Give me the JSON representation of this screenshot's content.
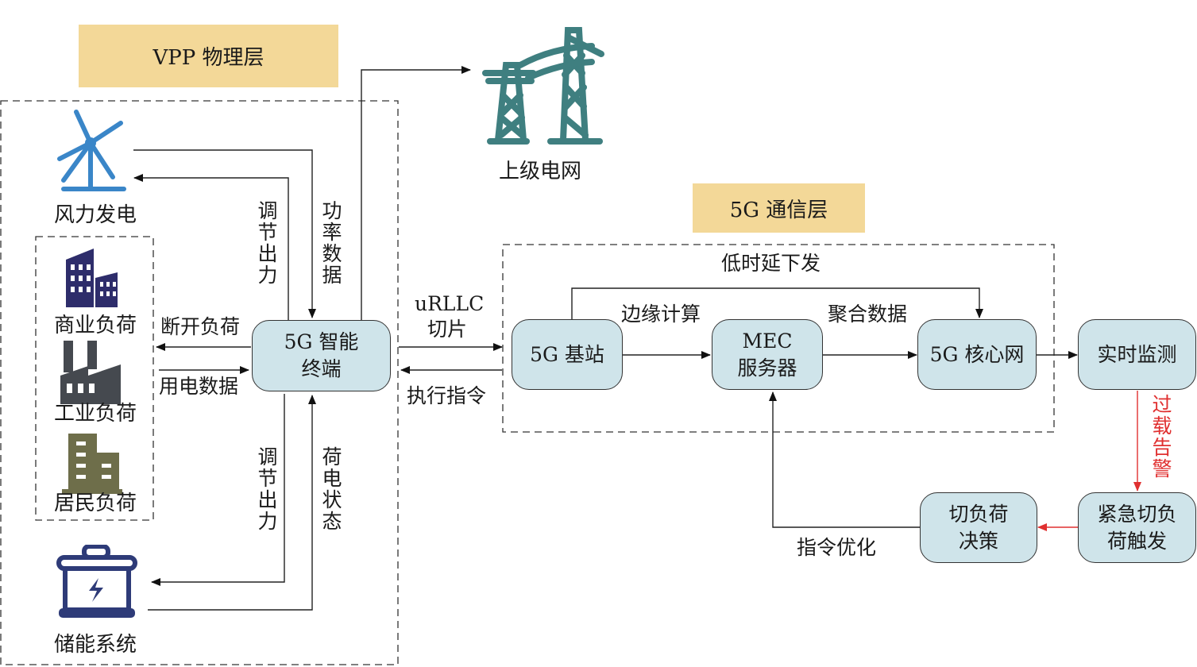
{
  "layers": {
    "physical": "VPP 物理层",
    "comm": "5G 通信层"
  },
  "grid": {
    "caption": "上级电网",
    "icon": "transmission-tower-icon"
  },
  "physical_items": [
    {
      "id": "wind",
      "caption": "风力发电",
      "icon": "wind-turbine-icon"
    },
    {
      "id": "commercial",
      "caption": "商业负荷",
      "icon": "office-building-icon"
    },
    {
      "id": "industrial",
      "caption": "工业负荷",
      "icon": "factory-icon"
    },
    {
      "id": "residential",
      "caption": "居民负荷",
      "icon": "residential-building-icon"
    },
    {
      "id": "storage",
      "caption": "储能系统",
      "icon": "battery-icon"
    }
  ],
  "nodes": {
    "terminal": "5G 智能\n终端",
    "base_station": "5G 基站",
    "mec": "MEC\n服务器",
    "core": "5G 核心网",
    "monitor": "实时监测",
    "trigger": "紧急切负\n荷触发",
    "decision": "切负荷\n决策"
  },
  "edge_labels": {
    "wind_adjust": "调节出力",
    "wind_power": "功率数据",
    "disconnect": "断开负荷",
    "usage": "用电数据",
    "storage_adjust": "调节出力",
    "storage_state": "荷电状态",
    "urllc": "uRLLC",
    "slice": "切片",
    "execute": "执行指令",
    "low_latency": "低时延下发",
    "edge_compute": "边缘计算",
    "aggregate": "聚合数据",
    "overload": "过载告警",
    "optimize": "指令优化"
  },
  "colors": {
    "node_fill": "#cfe4ea",
    "layer_fill": "#f3d898",
    "alert": "#e03030",
    "wind": "#3a86c8",
    "commercial": "#2e2d6b",
    "industrial": "#45494f",
    "residential": "#6e6e4a",
    "storage": "#2e3b78",
    "tower": "#3f7f80"
  }
}
